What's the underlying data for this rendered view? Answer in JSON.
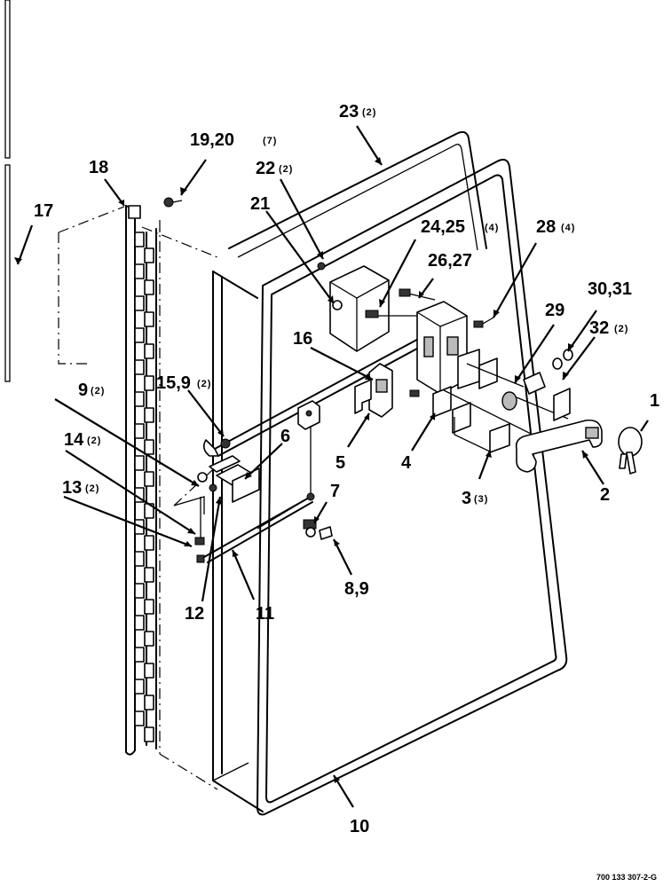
{
  "callouts": [
    {
      "id": "c1",
      "num": "1",
      "qty": ""
    },
    {
      "id": "c2",
      "num": "2",
      "qty": ""
    },
    {
      "id": "c3",
      "num": "3",
      "qty": "(3)"
    },
    {
      "id": "c4",
      "num": "4",
      "qty": ""
    },
    {
      "id": "c5",
      "num": "5",
      "qty": ""
    },
    {
      "id": "c6",
      "num": "6",
      "qty": ""
    },
    {
      "id": "c7",
      "num": "7",
      "qty": ""
    },
    {
      "id": "c8",
      "num": "8,9",
      "qty": ""
    },
    {
      "id": "c9",
      "num": "9",
      "qty": "(2)"
    },
    {
      "id": "c10",
      "num": "10",
      "qty": ""
    },
    {
      "id": "c11",
      "num": "11",
      "qty": ""
    },
    {
      "id": "c12",
      "num": "12",
      "qty": ""
    },
    {
      "id": "c13",
      "num": "13",
      "qty": "(2)"
    },
    {
      "id": "c14",
      "num": "14",
      "qty": "(2)"
    },
    {
      "id": "c15",
      "num": "15,9",
      "qty": "(2)"
    },
    {
      "id": "c16",
      "num": "16",
      "qty": ""
    },
    {
      "id": "c17",
      "num": "17",
      "qty": ""
    },
    {
      "id": "c18",
      "num": "18",
      "qty": ""
    },
    {
      "id": "c19",
      "num": "19,20",
      "qty": "(7)"
    },
    {
      "id": "c21",
      "num": "21",
      "qty": ""
    },
    {
      "id": "c22",
      "num": "22",
      "qty": "(2)"
    },
    {
      "id": "c23",
      "num": "23",
      "qty": "(2)"
    },
    {
      "id": "c24",
      "num": "24,25",
      "qty": "(4)"
    },
    {
      "id": "c26",
      "num": "26,27",
      "qty": ""
    },
    {
      "id": "c28",
      "num": "28",
      "qty": "(4)"
    },
    {
      "id": "c29",
      "num": "29",
      "qty": ""
    },
    {
      "id": "c30",
      "num": "30,31",
      "qty": ""
    },
    {
      "id": "c32",
      "num": "32",
      "qty": "(2)"
    }
  ],
  "drawing_code": "700 133 307-2-G"
}
